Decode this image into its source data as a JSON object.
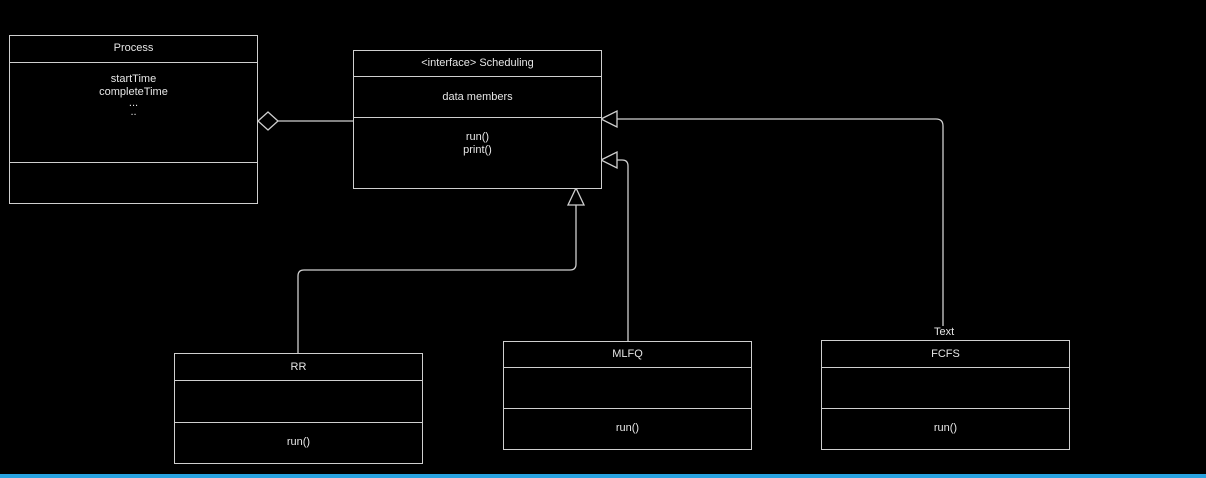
{
  "colors": {
    "background": "#000000",
    "stroke": "#cfcfcf",
    "text": "#e6e6e6",
    "selection_bar": "#29a3e0"
  },
  "classes": {
    "process": {
      "name": "Process",
      "attributes": [
        "startTime",
        "completeTime",
        "...",
        ".."
      ],
      "methods": []
    },
    "scheduling": {
      "name": "<interface> Scheduling",
      "attributes": [
        "data members"
      ],
      "methods": [
        "run()",
        "print()"
      ]
    },
    "rr": {
      "name": "RR",
      "attributes": [],
      "methods": [
        "run()"
      ]
    },
    "mlfq": {
      "name": "MLFQ",
      "attributes": [],
      "methods": [
        "run()"
      ]
    },
    "fcfs": {
      "name": "FCFS",
      "attributes": [],
      "methods": [
        "run()"
      ]
    }
  },
  "connectors": {
    "fcfs_edge_label": "Text"
  }
}
